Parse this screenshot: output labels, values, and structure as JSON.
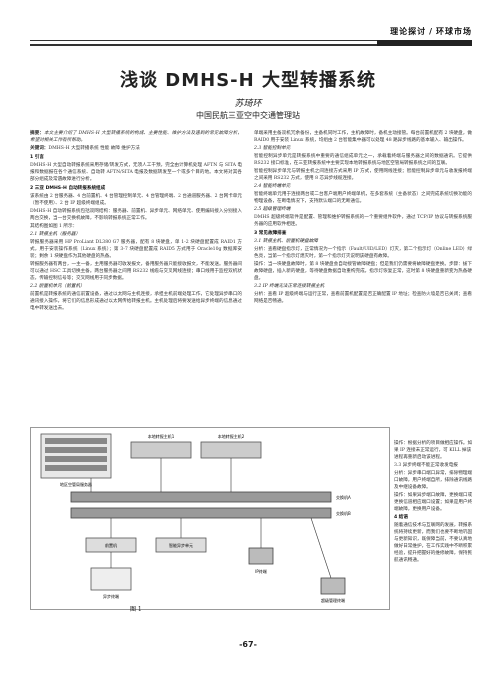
{
  "header": {
    "category": "理论探讨",
    "sep": "/",
    "section": "环球市场"
  },
  "title": "浅谈 DMHS-H 大型转播系统",
  "author": "苏琦环",
  "affiliation": "中国民航三亚空中交通管理站",
  "abstract": {
    "label": "摘要：",
    "text": "本文主要介绍了 DMHS-H 大型转播系统的构成、主要性能、维护方法及遇到的常见故障分析，希望对相关工作有所帮助。"
  },
  "keywords": {
    "label": "关键词：",
    "text": "DMHS-H 大型转播系统 性能 故障 维护方法"
  },
  "left": [
    {
      "type": "h",
      "text": "1 引言"
    },
    {
      "type": "p",
      "text": "DMHS-H 大型自动转报系统采用存储/转发方式，无须人工干预，完全由计算机处理 AFTN 与 SITA 电报和数据报在各个通信系统、自动转 AFTN/SITA 电报及数据转发至一个或多个目的地。本文将对其各部分组成及常遇故障进行分析。"
    },
    {
      "type": "h",
      "text": "2 三亚 DMHS-H 自动转报系统组成"
    },
    {
      "type": "p",
      "text": "该系统由 2 台服务器、4 台前置机、4 台管理控制单元、4 台管理终端、2 台通道服务器、2 台网卡单元（暂不使用）、2 台 IP 超级终端组成。"
    },
    {
      "type": "p",
      "text": "DMHS-H 自动转报系统包括双网结构：服务器、前置机、异步单元、网络单元、使用编码接入分别接入两台交换，当一台交换机故障，不影响转报系统正常工作。"
    },
    {
      "type": "p",
      "text": "其结构图如图 1 所示："
    },
    {
      "type": "sh",
      "text": "2.1 转报主机（服务器）"
    },
    {
      "type": "p",
      "text": "转报服务器采用 HP ProLiant DL380 G7 服务器，配有 8 块硬盘，单 1-2 块硬盘配置成 RAID1 方式，用于安装操作系统（Linux 系统）；第 3-7 块硬盘配置成 RAID5 方式用于 Oracle10g 数据库安装；剩余 1 块硬盘作为其他硬盘的热备。"
    },
    {
      "type": "p",
      "text": "转报服务器有两台，一主一备，主用服务器可收发报文，备用服务器只能接收报文，不能发送。服务器间可以通过 HSC 工具切换主备。两台服务器之间用 RS232 线缆与交叉网线连接；串口线用于监控双机状态，传输控制信号等；交叉网线用于同步数据。"
    },
    {
      "type": "sh",
      "text": "2.2 前置机单元（前置机）"
    },
    {
      "type": "p",
      "text": "前置机是转报系统的通信前置设备，通过以太网与主机连接，承担主机前端处理工作，它处理异步串口的通讯接入操作，将它们的信息形成通过以太网传给转报主机。主机处理后将要发送给异步终端的信息通过电中转发送出去。"
    }
  ],
  "right": [
    {
      "type": "p",
      "text": "单端采用主备双机冗余备份，主备机同时工作，主机故障时，备机主动接管。每台前置机配有 2 块硬盘，做 RAID0 用于安装 Linux 系统，均组由 2 台智能集中器可以处理 48 路异步线路的基本输入、输出操作。"
    },
    {
      "type": "sh",
      "text": "2.3 智能控制单元"
    },
    {
      "type": "p",
      "text": "智能控制异步单元是转报系统中重要的通信组成单元之一，承载着终端与服务器之间的数据通讯。它提供 RS232 接口标准，在三亚转报系统中主要实现本地转报系统与地区空管局转报系统之间的互联。"
    },
    {
      "type": "p",
      "text": "智能控制异步单元与转报主机之间连接方式采用 IP 方式，使用网线连接；智能控制异步单元与收发报终端之间采用 RS232 方式，使用 8 芯异步线缆连接。"
    },
    {
      "type": "sh",
      "text": "2.4 智能终端单元"
    },
    {
      "type": "p",
      "text": "智能终端单元用于连接两台或二台客户端用户终端单机，在多套系统（主备状态）之间完成系统切换功能的物理设备，在断电情况下，支持默认端口的无断通信。"
    },
    {
      "type": "sh",
      "text": "2.5 超级管理终端"
    },
    {
      "type": "p",
      "text": "DMHS 超级终端软件是配置、管理和维护转报系统的一个重要组件软件，通过 TCP/IP 协议与转报系统服务器的应用软件相连。"
    },
    {
      "type": "h",
      "text": "3 常见故障排查"
    },
    {
      "type": "sh",
      "text": "3.1 转报主机、前置机硬盘故障"
    },
    {
      "type": "p",
      "text": "分析：查看硬盘指示灯，正常情况为一个指示（Fault/UID/LED）灯灭，第二个指示灯（Online LED）绿色亮，当第一个指示灯熄灭时，第一个指示灯灭说明该硬盘有故障。"
    },
    {
      "type": "p",
      "text": "操作：当一块硬盘故障时，第 8 块硬盘会自动接管故障硬盘；但是我们仍需要将故障硬盘更换。步骤：拔下故障硬盘，插入新的硬盘，等待硬盘数据自动重构完成，指示灯恢复正常，这时第 8 块硬盘重新变为热备硬盘。"
    },
    {
      "type": "sh",
      "text": "3.2 IP 终端无法正常连接转报主机"
    },
    {
      "type": "p",
      "text": "分析：查看 IP 超级终端与运行正常，查看前置机配置是否正确配置 IP 地址；检查防火墙是否已关闭；查看网络是否畅通。"
    }
  ],
  "right_bottom": [
    {
      "type": "p",
      "text": "操作：根据分析的项目做相应操作。如果 IP 连接未正常运行，可 KILL 掉该进程再重新启动该进程。"
    },
    {
      "type": "sh",
      "text": "3.3 异步终端不能正常收发电报"
    },
    {
      "type": "p",
      "text": "分析：异步串口端口异常，排除物理端口故障，用户终端自所，排除通讯线路及中继设备故障。"
    },
    {
      "type": "p",
      "text": "操作：如果异步端口故障，更换端口或更换信道相应端口设置；如果是用户终端故障，更换用户设备。"
    },
    {
      "type": "h",
      "text": "4 结语"
    },
    {
      "type": "p",
      "text": "随着通信技术与互联网的发展，转报系统将持续更新，而我们也要不断地巩固与更新知识，既保障当前，不要认真地做好日常维护，在工作实践中不断积累经验，提升把握好的维修故障，保持民航通讯畅通。"
    }
  ],
  "figure": {
    "caption": "图 1",
    "labels": [
      "地区空管局服务器",
      "本地转报主机1",
      "本地转报主机2",
      "交换机A",
      "交换机B",
      "前置机",
      "IP终端",
      "智能异步单元",
      "超级管理终端",
      "异步终端"
    ]
  },
  "page_number": "-67-"
}
